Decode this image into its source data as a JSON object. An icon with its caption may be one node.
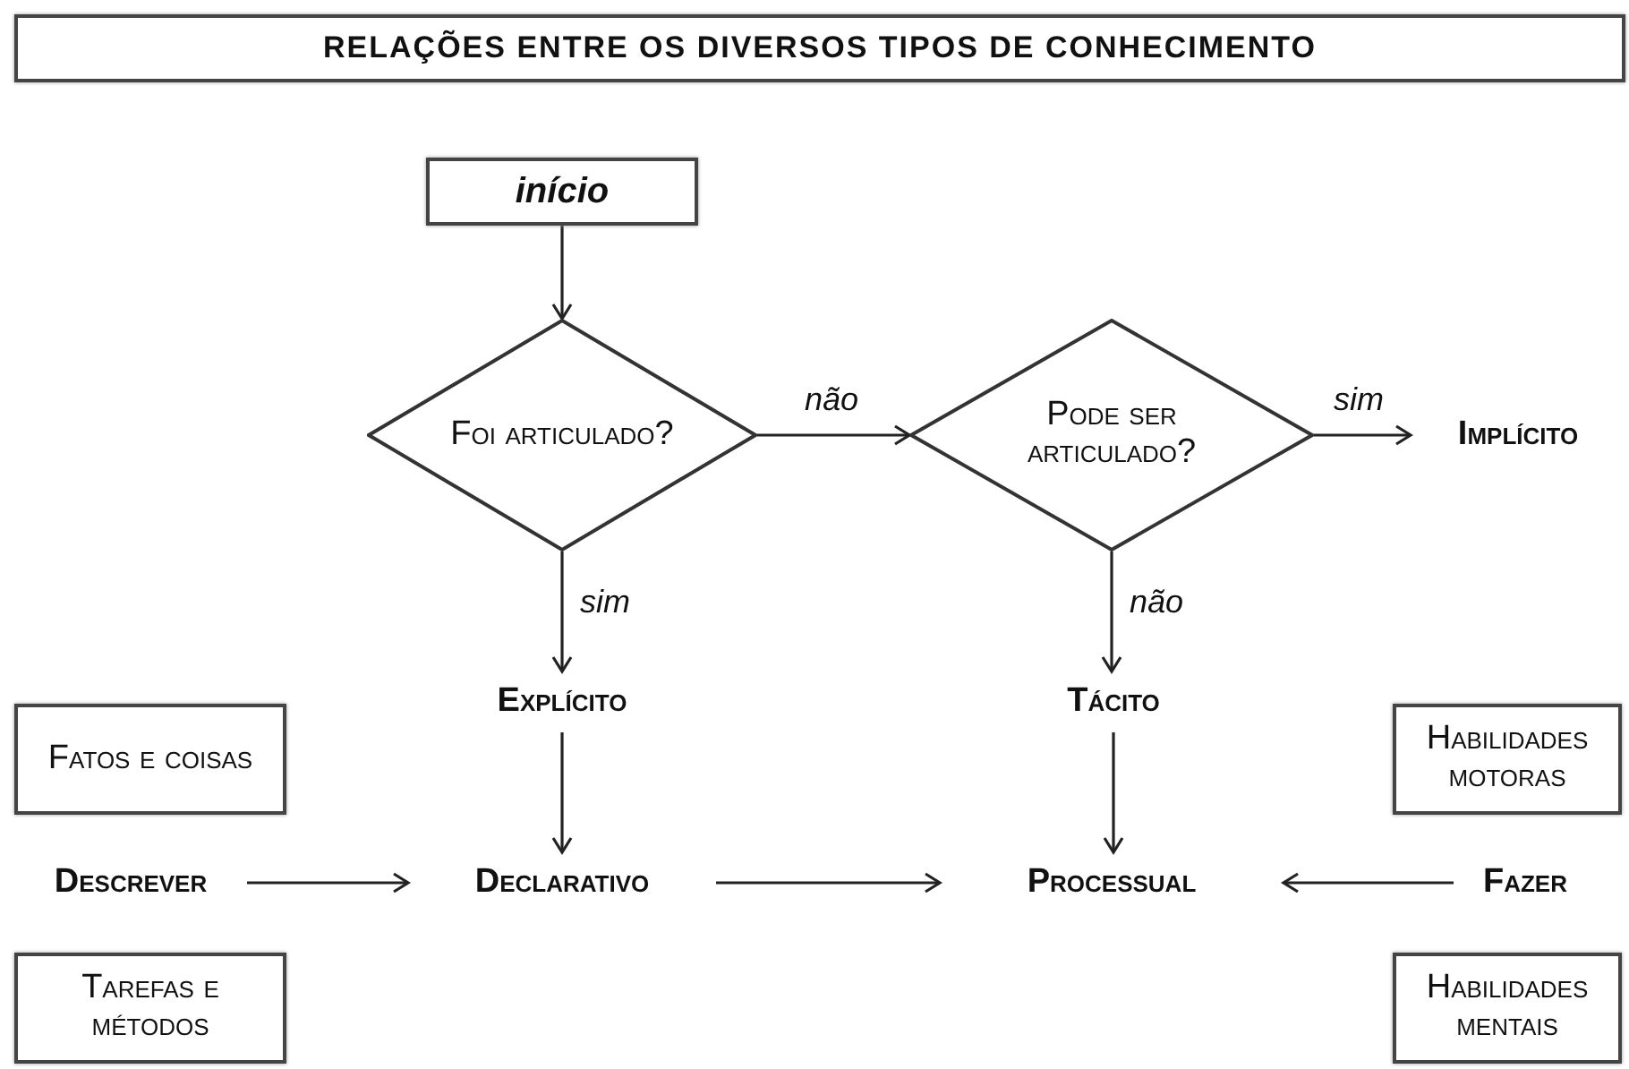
{
  "diagram": {
    "title": "RELAÇÕES ENTRE OS DIVERSOS TIPOS DE CONHECIMENTO",
    "nodes": [
      {
        "text": [
          "início"
        ]
      },
      {
        "text": [
          "Foi articulado?"
        ]
      },
      {
        "text": [
          "Pode ser articulado?"
        ]
      },
      {
        "text": [
          "Implícito"
        ]
      },
      {
        "text": [
          "Explícito"
        ]
      },
      {
        "text": [
          "Tácito"
        ]
      },
      {
        "text": [
          "Fatos e coisas"
        ]
      },
      {
        "text": [
          "Habilidades motoras"
        ]
      },
      {
        "text": [
          "Descrever"
        ]
      },
      {
        "text": [
          "Declarativo"
        ]
      },
      {
        "text": [
          "Processual"
        ]
      },
      {
        "text": [
          "Fazer"
        ]
      },
      {
        "text": [
          "Tarefas e métodos"
        ]
      },
      {
        "text": [
          "Habilidades mentais"
        ]
      }
    ],
    "edges": [
      {
        "from": 0,
        "to": 1,
        "arrow": "to"
      },
      {
        "from": 1,
        "to": 2,
        "arrow": "to",
        "label": "não"
      },
      {
        "from": 2,
        "to": 3,
        "arrow": "to",
        "label": "sim"
      },
      {
        "from": 1,
        "to": 4,
        "arrow": "to",
        "label": "sim"
      },
      {
        "from": 2,
        "to": 5,
        "arrow": "to",
        "label": "não"
      },
      {
        "from": 4,
        "to": 9,
        "arrow": "to"
      },
      {
        "from": 5,
        "to": 10,
        "arrow": "to"
      },
      {
        "from": 8,
        "to": 9,
        "arrow": "to"
      },
      {
        "from": 9,
        "to": 10,
        "arrow": "to"
      },
      {
        "from": 11,
        "to": 10,
        "arrow": "to"
      }
    ]
  }
}
